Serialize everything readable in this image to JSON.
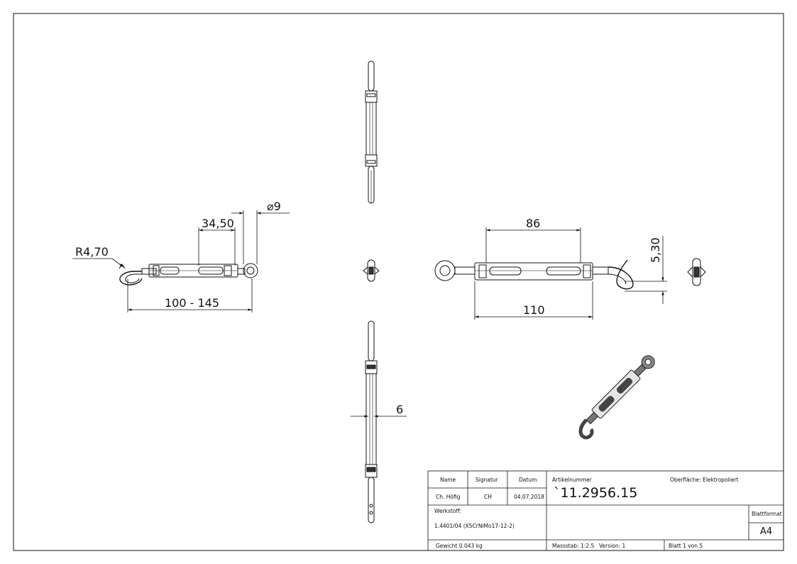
{
  "dimensions": {
    "d_eye": "⌀9",
    "d_slot": "34,50",
    "d_radius": "R4,70",
    "d_range": "100 - 145",
    "d_body": "86",
    "d_hook": "5,30",
    "d_total": "110",
    "d_thick": "6"
  },
  "title_block": {
    "headers": {
      "name": "Name",
      "signatur": "Signatur",
      "datum": "Datum"
    },
    "values": {
      "name": "Ch. Höfig",
      "signatur": "CH",
      "datum": "04.07.2018"
    },
    "artikel_label": "Artikelnummer",
    "artikel_value": "`11.2956.15",
    "oberflaeche": "Oberfläche:   Elektropoliert",
    "werkstoff_label": "Werkstoff:",
    "werkstoff_value": "1.4401/04 (X5CrNiMo17-12-2)",
    "blattformat_label": "Blattformat",
    "blattformat_value": "A4",
    "gewicht": "Gewicht 0.043 kg",
    "massstab": "Massstab: 1:2.5",
    "version": "Version: 1",
    "blatt": "Blatt 1 von 5"
  },
  "colors": {
    "line": "#111111",
    "paper": "#ffffff",
    "shade": "#555555"
  }
}
